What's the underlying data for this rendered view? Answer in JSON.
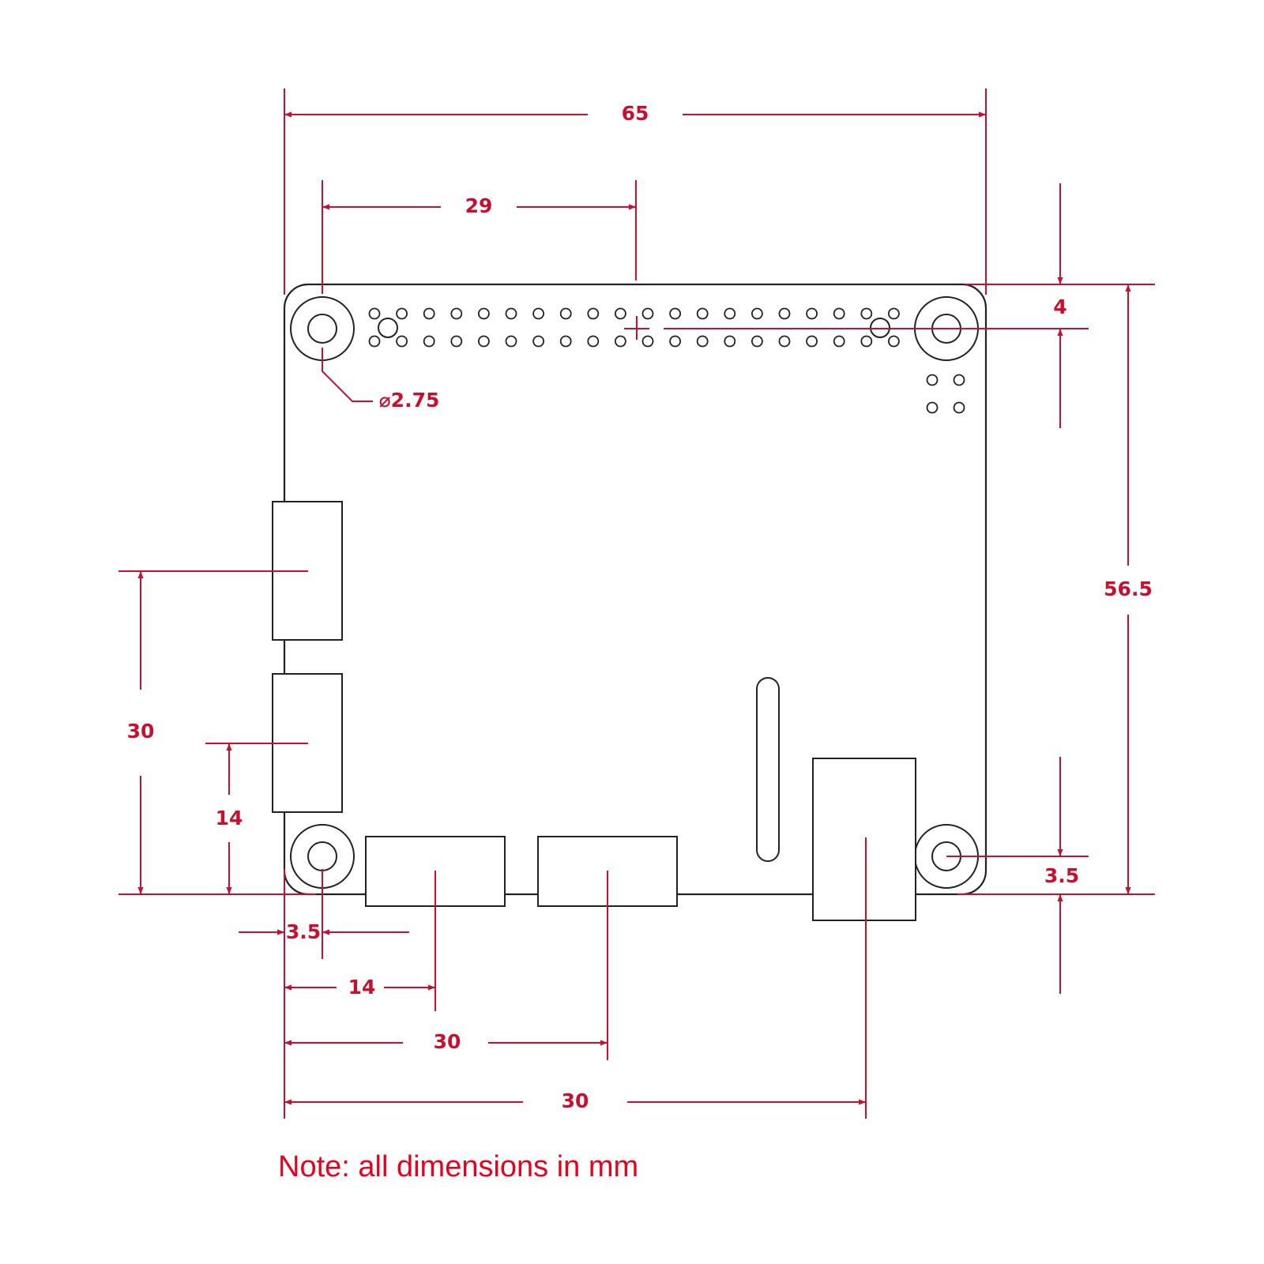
{
  "dimensions": {
    "board_width": "65",
    "hole_pitch_x": "29",
    "hole_diameter": "⌀2.75",
    "header_offset": "4",
    "board_height": "56.5",
    "left_span": "30",
    "left_lower": "14",
    "corner_offset_x": "3.5",
    "corner_offset_y": "3.5",
    "bottom_first": "14",
    "bottom_second": "30",
    "bottom_third": "30"
  },
  "note": "Note: all dimensions in mm",
  "colors": {
    "dimension": "#c8102e",
    "note": "#e8001c",
    "outline": "#222222"
  }
}
